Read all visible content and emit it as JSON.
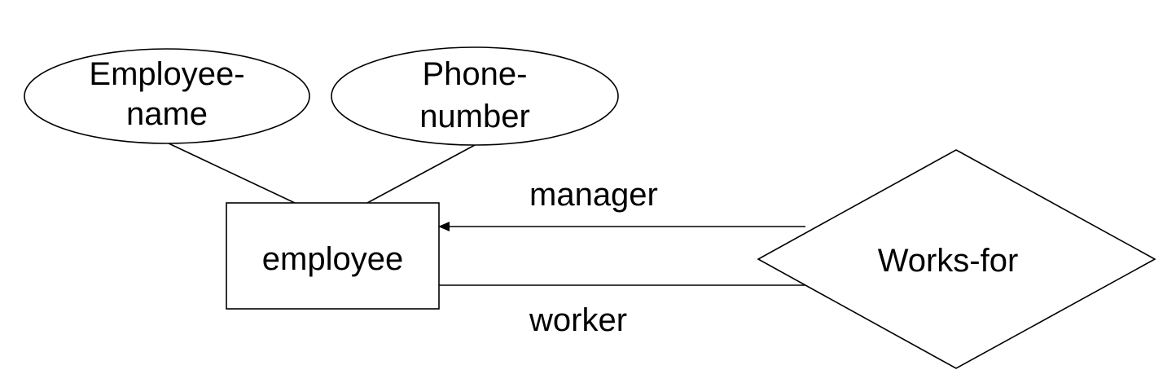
{
  "diagram": {
    "entity": {
      "label": "employee"
    },
    "attributes": [
      {
        "line1": "Employee-",
        "line2": "name"
      },
      {
        "line1": "Phone-",
        "line2": "number"
      }
    ],
    "relationship": {
      "label": "Works-for"
    },
    "roles": {
      "manager": "manager",
      "worker": "worker"
    }
  }
}
